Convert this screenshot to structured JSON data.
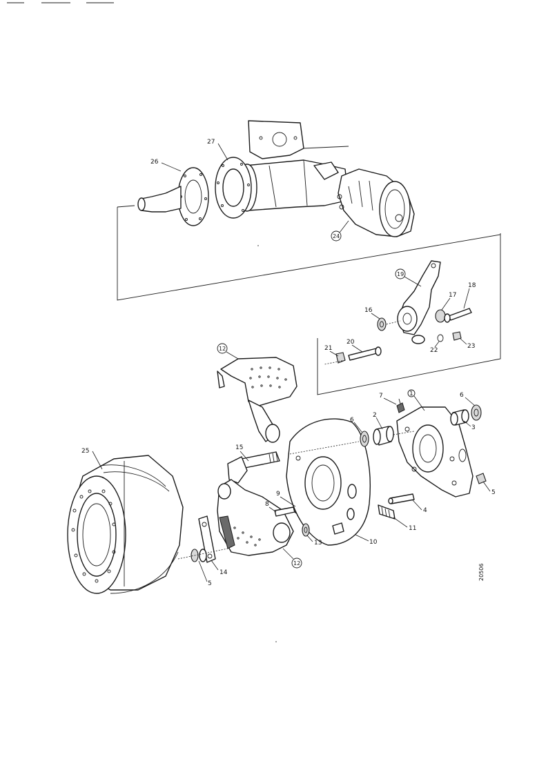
{
  "callouts": {
    "c1": "1",
    "c2": "2",
    "c3": "3",
    "c4": "4",
    "c5a": "5",
    "c5b": "5",
    "c6a": "6",
    "c6b": "6",
    "c7": "7",
    "c8": "8",
    "c9": "9",
    "c10": "10",
    "c11": "11",
    "c12a": "12",
    "c12b": "12",
    "c13": "13",
    "c14": "14",
    "c15": "15",
    "c16": "16",
    "c17": "17",
    "c18": "18",
    "c19": "19",
    "c20": "20",
    "c21": "21",
    "c22": "22",
    "c23": "23",
    "c24": "24",
    "c25": "25",
    "c26": "26",
    "c27": "27"
  },
  "figure_number": "20506"
}
